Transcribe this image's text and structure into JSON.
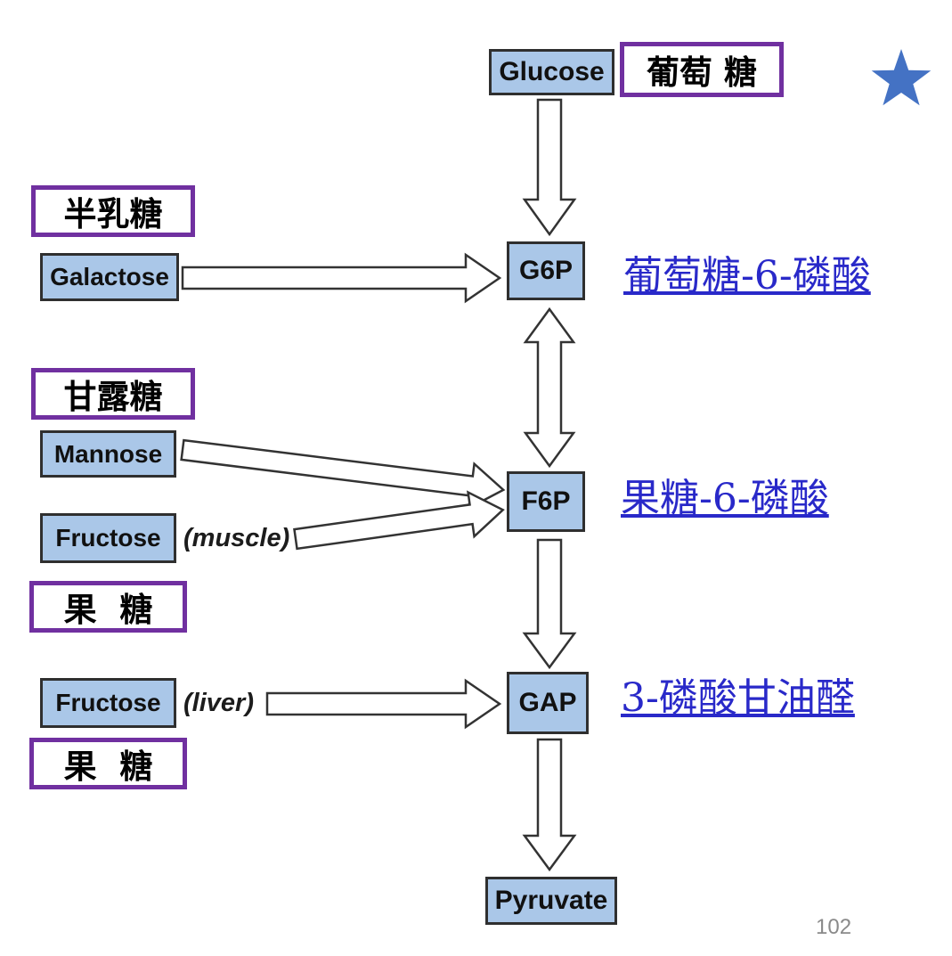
{
  "slide": {
    "page_number": "102"
  },
  "nodes": {
    "glucose": {
      "label": "Glucose"
    },
    "galactose": {
      "label": "Galactose"
    },
    "mannose": {
      "label": "Mannose"
    },
    "fructose_muscle": {
      "label": "Fructose",
      "note": "(muscle)"
    },
    "fructose_liver": {
      "label": "Fructose",
      "note": "(liver)"
    },
    "g6p": {
      "label": "G6P"
    },
    "f6p": {
      "label": "F6P"
    },
    "gap": {
      "label": "GAP"
    },
    "pyruvate": {
      "label": "Pyruvate"
    }
  },
  "labels_zh": {
    "glucose": "葡萄 糖",
    "galactose": "半乳糖",
    "mannose": "甘露糖",
    "fructose_1": "果  糖",
    "fructose_2": "果  糖",
    "g6p": "葡萄糖-6-磷酸",
    "f6p": "果糖-6-磷酸",
    "gap": "3-磷酸甘油醛"
  },
  "icons": {
    "star": "star-icon"
  },
  "colors": {
    "node_fill": "#aac7e8",
    "node_border": "#2f2f2f",
    "zh_box_border": "#7030a0",
    "link_text": "#2929c9",
    "star": "#4472c4",
    "page_number": "#8a8a8a"
  }
}
